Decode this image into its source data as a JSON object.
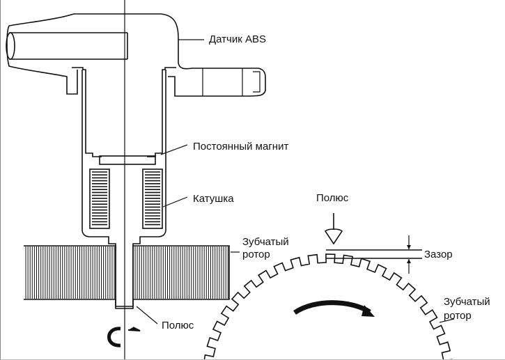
{
  "labels": {
    "abs_sensor": "Датчик ABS",
    "permanent_magnet": "Постоянный магнит",
    "coil": "Катушка",
    "toothed_rotor_left_1": "Зубчатый",
    "toothed_rotor_left_2": "ротор",
    "pole_bottom": "Полюс",
    "pole_top": "Полюс",
    "gap": "Зазор",
    "toothed_rotor_right_1": "Зубчатый",
    "toothed_rotor_right_2": "ротор"
  },
  "colors": {
    "line": "#111111",
    "background": "#ffffff"
  }
}
